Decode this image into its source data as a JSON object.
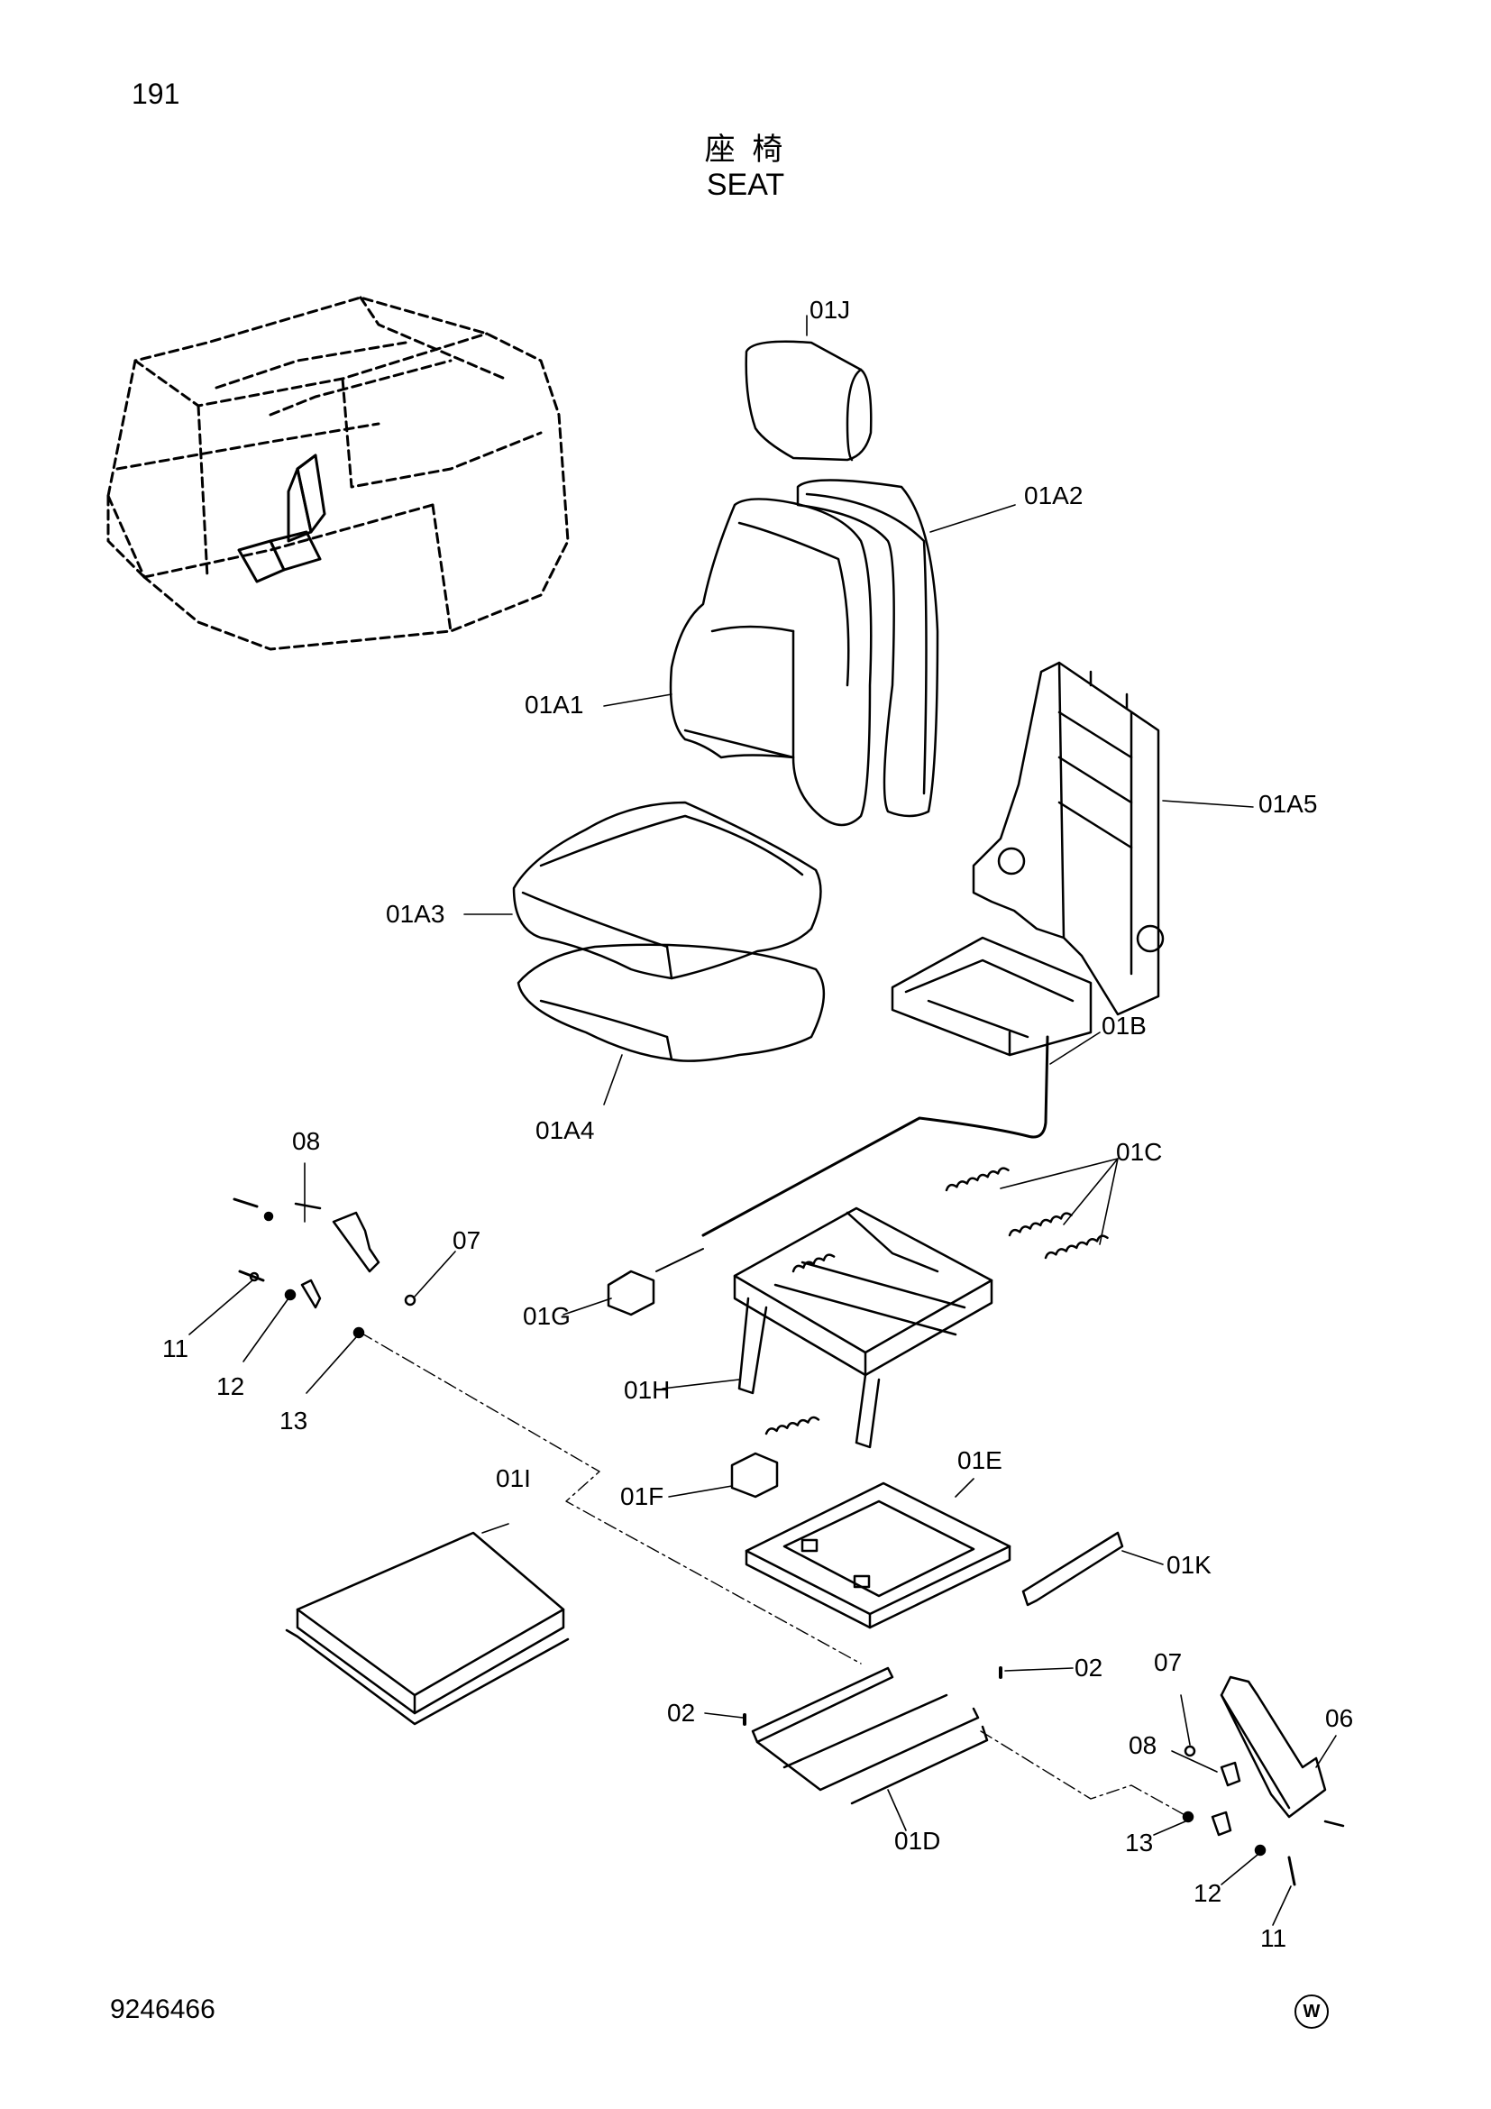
{
  "page": {
    "number": "191",
    "doc_number": "9246466",
    "mark": "W"
  },
  "title": {
    "jp": "座 椅",
    "en": "SEAT"
  },
  "callouts": [
    {
      "id": "01J",
      "label": "01J"
    },
    {
      "id": "01A2",
      "label": "01A2"
    },
    {
      "id": "01A1",
      "label": "01A1"
    },
    {
      "id": "01A5",
      "label": "01A5"
    },
    {
      "id": "01A3",
      "label": "01A3"
    },
    {
      "id": "01A4",
      "label": "01A4"
    },
    {
      "id": "01B",
      "label": "01B"
    },
    {
      "id": "01C",
      "label": "01C"
    },
    {
      "id": "08a",
      "label": "08"
    },
    {
      "id": "07a",
      "label": "07"
    },
    {
      "id": "11a",
      "label": "11"
    },
    {
      "id": "12a",
      "label": "12"
    },
    {
      "id": "13a",
      "label": "13"
    },
    {
      "id": "01G",
      "label": "01G"
    },
    {
      "id": "01H",
      "label": "01H"
    },
    {
      "id": "01F",
      "label": "01F"
    },
    {
      "id": "01E",
      "label": "01E"
    },
    {
      "id": "01I",
      "label": "01I"
    },
    {
      "id": "01K",
      "label": "01K"
    },
    {
      "id": "02a",
      "label": "02"
    },
    {
      "id": "02b",
      "label": "02"
    },
    {
      "id": "07b",
      "label": "07"
    },
    {
      "id": "06",
      "label": "06"
    },
    {
      "id": "08b",
      "label": "08"
    },
    {
      "id": "01D",
      "label": "01D"
    },
    {
      "id": "13b",
      "label": "13"
    },
    {
      "id": "12b",
      "label": "12"
    },
    {
      "id": "11b",
      "label": "11"
    }
  ]
}
